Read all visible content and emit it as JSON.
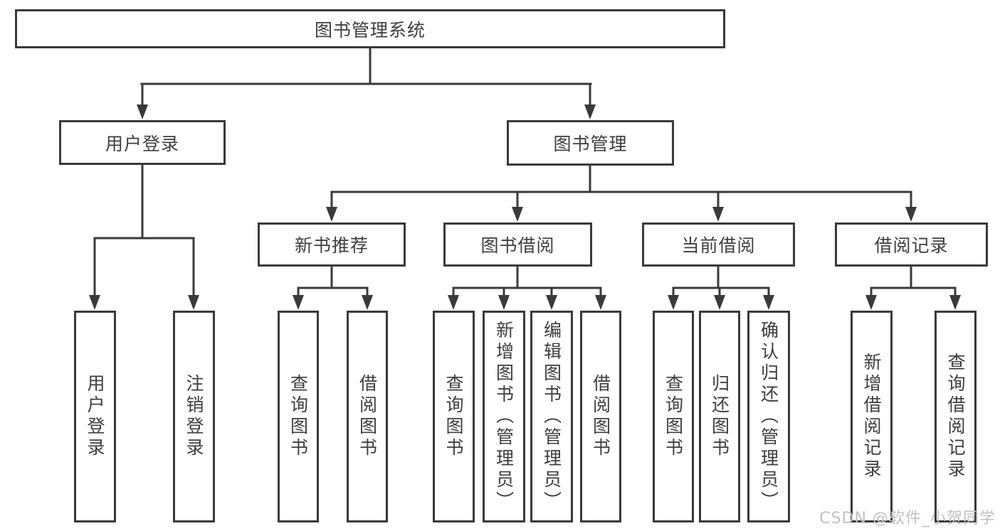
{
  "diagram_type": "functional-structure-chart",
  "root": "图书管理系统",
  "user_login": {
    "label": "用户登录",
    "children": [
      "用户登录",
      "注销登录"
    ]
  },
  "book_mgmt": {
    "label": "图书管理",
    "sections": [
      {
        "label": "新书推荐",
        "children": [
          "查询图书",
          "借阅图书"
        ]
      },
      {
        "label": "图书借阅",
        "children": [
          "查询图书",
          "新增图书（管理员）",
          "编辑图书（管理员）",
          "借阅图书"
        ]
      },
      {
        "label": "当前借阅",
        "children": [
          "查询图书",
          "归还图书",
          "确认归还（管理员）"
        ]
      },
      {
        "label": "借阅记录",
        "children": [
          "新增借阅记录",
          "查询借阅记录"
        ]
      }
    ]
  },
  "watermark": "CSDN @软件_小贺同学",
  "colors": {
    "line": "#3a3a3a",
    "text": "#3d3d44",
    "background": "#ffffff",
    "watermark": "#c6bec4"
  }
}
